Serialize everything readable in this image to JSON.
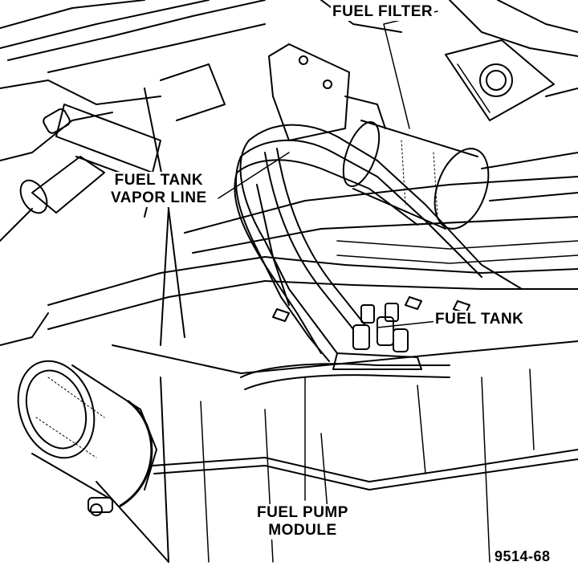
{
  "labels": {
    "fuel_filter": "FUEL FILTER",
    "fuel_tank_vapor_line_1": "FUEL TANK",
    "fuel_tank_vapor_line_2": "VAPOR LINE",
    "fuel_tank": "FUEL TANK",
    "fuel_pump_module_1": "FUEL PUMP",
    "fuel_pump_module_2": "MODULE",
    "figure_number": "9514-68"
  },
  "colors": {
    "ink": "#000000",
    "paper": "#ffffff"
  }
}
